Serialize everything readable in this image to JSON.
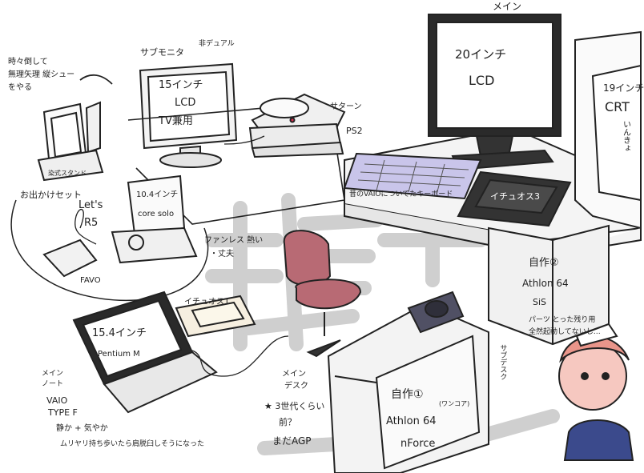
{
  "main_monitor": {
    "caption": "メイン",
    "screen_size": "20インチ",
    "screen_type": "LCD"
  },
  "crt": {
    "screen_size": "19インチ",
    "screen_type": "CRT",
    "side_note": "いんきょ"
  },
  "sub_monitor": {
    "caption": "サブモニタ",
    "caption_extra": "非デュアル",
    "screen_size": "15インチ",
    "screen_type": "LCD",
    "screen_note": "TV兼用"
  },
  "consoles": {
    "saturn": "サターン",
    "ps2": "PS2"
  },
  "handheld": {
    "note_line1": "時々倒して",
    "note_line2": "無理矢理 縦シュー",
    "note_line3": "をやる",
    "stand_label": "染式スタンド"
  },
  "outing_set": {
    "caption": "お出かけセット",
    "brand": "Let's",
    "model": "R5",
    "screen_size": "10.4インチ",
    "cpu": "core solo",
    "drive": "FAVO",
    "note1": "ファンレス 熱い",
    "note2": "・丈夫"
  },
  "main_desk": {
    "keyboard_note": "昔のVAIOについてたキーボード",
    "tablet": "イチュオス3",
    "pc2_title": "自作②",
    "pc2_cpu": "Athlon 64",
    "pc2_chipset": "SiS",
    "pc2_note1": "パーツ とった残り用",
    "pc2_note2": "全然起動してないし…",
    "sub_desk": "サブデスク"
  },
  "vaio": {
    "caption1": "メイン",
    "caption2": "ノート",
    "screen_size": "15.4インチ",
    "cpu": "Pentium M",
    "brand": "VAIO",
    "model": "TYPE F",
    "note1": "静か + 気やか",
    "note2": "ムリヤリ持ち歩いたら肩脱臼しそうになった"
  },
  "small_tablet": {
    "label": "イチュオス1"
  },
  "main_desk_pc": {
    "caption1": "メイン",
    "caption2": "デスク",
    "title": "自作①",
    "cpu": "Athlon 64",
    "cpu_note": "(ワンコア)",
    "chipset": "nForce",
    "note1": "★ 3世代くらい",
    "note2": "前？",
    "note3": "まだAGP"
  }
}
